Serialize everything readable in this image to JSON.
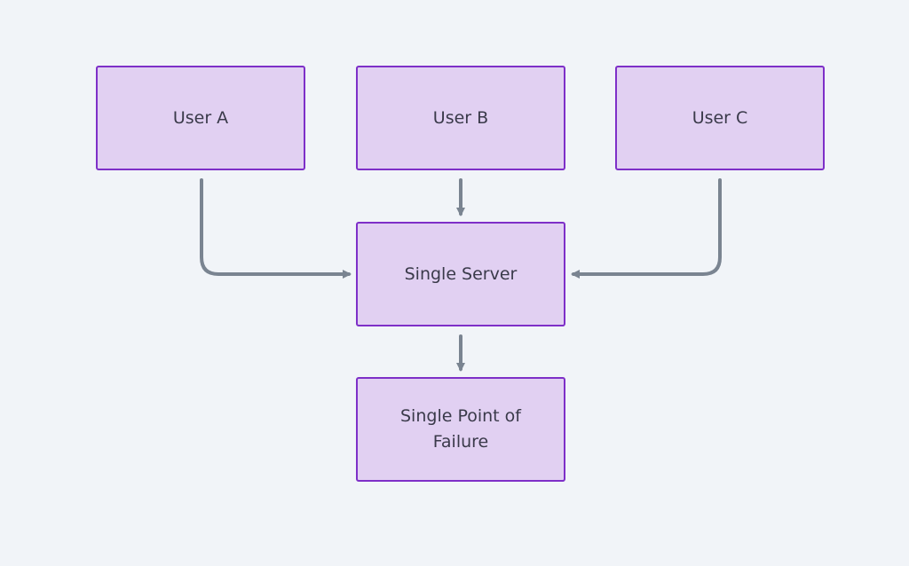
{
  "diagram": {
    "nodes": [
      {
        "id": "user-a",
        "label": "User A"
      },
      {
        "id": "user-b",
        "label": "User B"
      },
      {
        "id": "user-c",
        "label": "User C"
      },
      {
        "id": "server",
        "label": "Single Server"
      },
      {
        "id": "spof",
        "label": "Single Point of Failure"
      }
    ],
    "edges": [
      {
        "from": "user-a",
        "to": "server"
      },
      {
        "from": "user-b",
        "to": "server"
      },
      {
        "from": "user-c",
        "to": "server"
      },
      {
        "from": "server",
        "to": "spof"
      }
    ],
    "colors": {
      "background": "#f1f4f8",
      "node_fill": "#e1d0f2",
      "node_border": "#7e2fc8",
      "node_text": "#3a3a4a",
      "edge": "#7a8491"
    }
  }
}
